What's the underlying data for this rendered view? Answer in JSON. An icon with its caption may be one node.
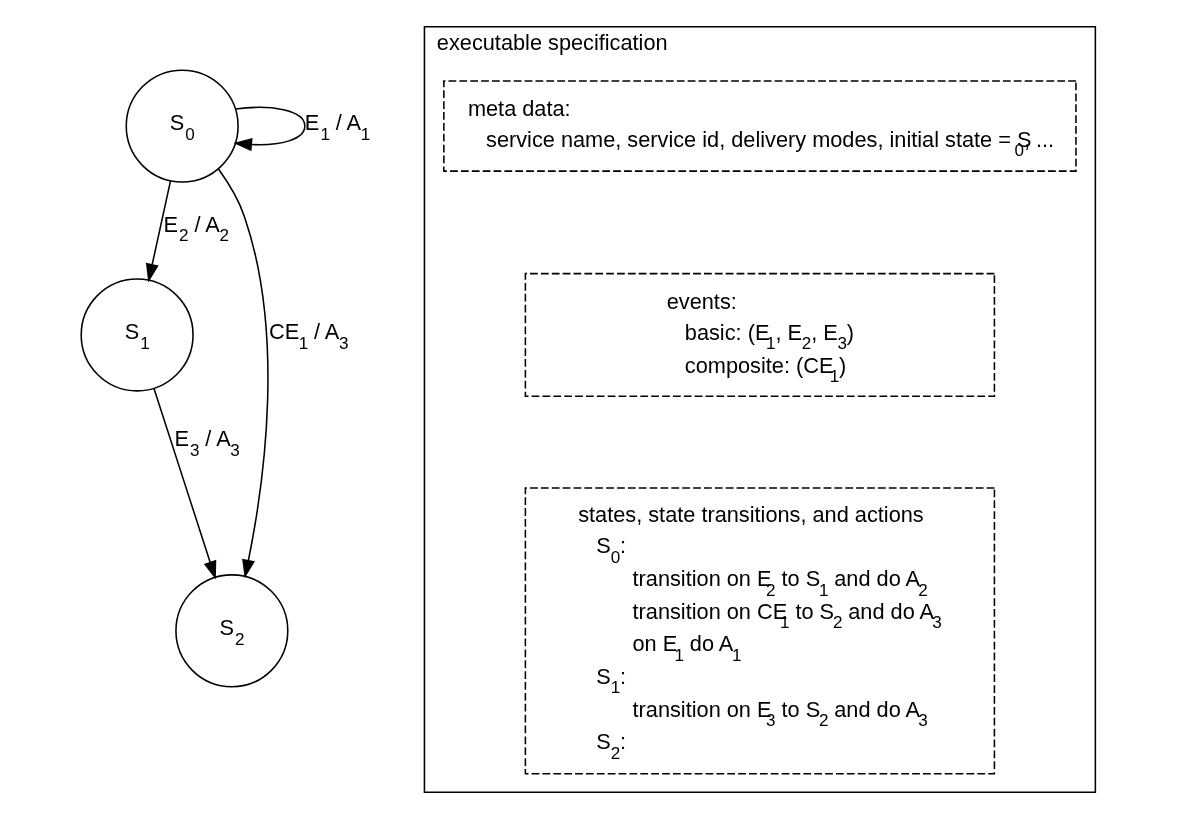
{
  "diagram": {
    "nodes": [
      {
        "text": [
          "S$_{0}$"
        ]
      },
      {
        "text": [
          "S$_{1}$"
        ]
      },
      {
        "text": [
          "S$_{2}$"
        ]
      },
      {
        "text": [
          "executable specification"
        ]
      },
      {
        "text": [
          "meta data:",
          "service name, service id, delivery modes, initial state = S$_{0}$, ..."
        ],
        "in": 3
      },
      {
        "text": [
          "events:",
          "basic: (E$_{1}$, E$_{2}$, E$_{3}$)",
          "composite: (CE$_{1}$)"
        ],
        "in": 3
      },
      {
        "text": [
          "states, state transitions, and actions",
          "S$_{0}$:",
          "transition on E$_{2}$ to S$_{1}$ and do A$_{2}$",
          "transition on CE$_{1}$ to S$_{2}$ and do A$_{3}$",
          "on E$_{1}$ do A$_{1}$",
          "S$_{1}$:",
          "transition on E$_{3}$ to S$_{2}$ and do A$_{3}$",
          "S$_{2}$:"
        ],
        "in": 3
      }
    ],
    "edges": [
      {
        "from": 0,
        "to": 0,
        "arrow": "to",
        "label": "E$_{1}$ / A$_{1}$"
      },
      {
        "from": 0,
        "to": 1,
        "arrow": "to",
        "label": "E$_{2}$ / A$_{2}$"
      },
      {
        "from": 1,
        "to": 2,
        "arrow": "to",
        "label": "E$_{3}$ / A$_{3}$"
      },
      {
        "from": 0,
        "to": 2,
        "arrow": "to",
        "label": "CE$_{1}$ / A$_{3}$"
      }
    ]
  }
}
